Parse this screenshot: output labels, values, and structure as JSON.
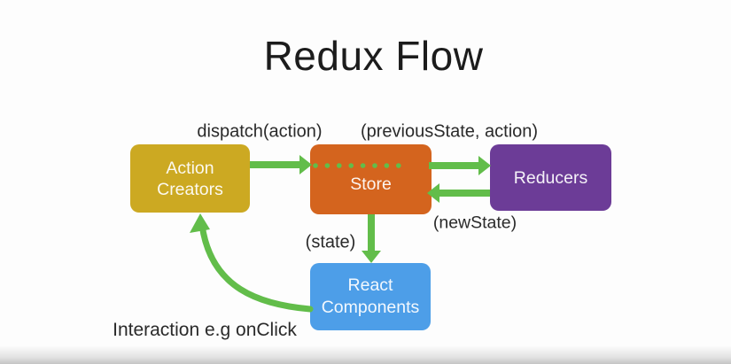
{
  "title": "Redux Flow",
  "diagram": {
    "nodes": [
      {
        "id": "action-creators",
        "label": "Action Creators",
        "color": "#CCA922"
      },
      {
        "id": "store",
        "label": "Store",
        "color": "#D4641E"
      },
      {
        "id": "reducers",
        "label": "Reducers",
        "color": "#6C3C97"
      },
      {
        "id": "react-components",
        "label": "React Components",
        "color": "#4D9EE8"
      }
    ],
    "labels": {
      "dispatch": "dispatch(action)",
      "previous_state": "(previousState, action)",
      "new_state": "(newState)",
      "state": "(state)",
      "interaction": "Interaction e.g onClick"
    },
    "edges": [
      {
        "from": "action-creators",
        "to": "store",
        "label": "dispatch(action)",
        "style": "solid-arrow"
      },
      {
        "from": "store",
        "to": "store",
        "label": "",
        "style": "dotted-line-inside-store"
      },
      {
        "from": "store",
        "to": "reducers",
        "label": "(previousState, action)",
        "style": "solid-arrow"
      },
      {
        "from": "reducers",
        "to": "store",
        "label": "(newState)",
        "style": "solid-arrow"
      },
      {
        "from": "store",
        "to": "react-components",
        "label": "(state)",
        "style": "solid-arrow"
      },
      {
        "from": "react-components",
        "to": "action-creators",
        "label": "Interaction e.g onClick",
        "style": "curved-arrow"
      }
    ]
  },
  "colors": {
    "background": "#FDFDFD",
    "arrow_green": "#62BD4A",
    "label_text": "#2A2A2A",
    "node_text": "#F8F6EE",
    "title_text": "#1C1C1C",
    "bottom_bar_gray": "#C4C4C4"
  }
}
